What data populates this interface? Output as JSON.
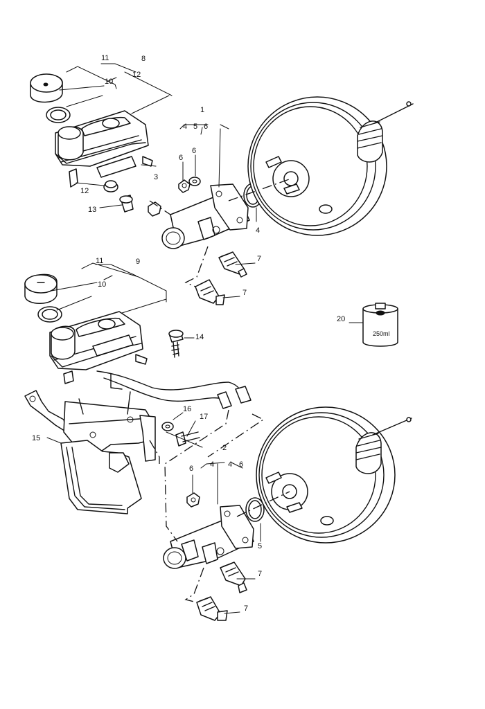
{
  "callouts": [
    {
      "id": "c1",
      "text": "1"
    },
    {
      "id": "c2",
      "text": "2"
    },
    {
      "id": "c3",
      "text": "3"
    },
    {
      "id": "c4a",
      "text": "4"
    },
    {
      "id": "c4b",
      "text": "4"
    },
    {
      "id": "c4c",
      "text": "4"
    },
    {
      "id": "c4d",
      "text": "4"
    },
    {
      "id": "c5a",
      "text": "5"
    },
    {
      "id": "c5b",
      "text": "5"
    },
    {
      "id": "c6a",
      "text": "6"
    },
    {
      "id": "c6b",
      "text": "6"
    },
    {
      "id": "c6c",
      "text": "6"
    },
    {
      "id": "c6d",
      "text": "6"
    },
    {
      "id": "c7a",
      "text": "7"
    },
    {
      "id": "c7b",
      "text": "7"
    },
    {
      "id": "c7c",
      "text": "7"
    },
    {
      "id": "c7d",
      "text": "7"
    },
    {
      "id": "c8",
      "text": "8"
    },
    {
      "id": "c9",
      "text": "9"
    },
    {
      "id": "c10a",
      "text": "10"
    },
    {
      "id": "c10b",
      "text": "10"
    },
    {
      "id": "c11a",
      "text": "11"
    },
    {
      "id": "c11b",
      "text": "11"
    },
    {
      "id": "c12a",
      "text": "12"
    },
    {
      "id": "c12b",
      "text": "12"
    },
    {
      "id": "c13",
      "text": "13"
    },
    {
      "id": "c14",
      "text": "14"
    },
    {
      "id": "c15",
      "text": "15"
    },
    {
      "id": "c16",
      "text": "16"
    },
    {
      "id": "c17",
      "text": "17"
    },
    {
      "id": "c20",
      "text": "20"
    }
  ],
  "fluid_can_label": "250ml"
}
